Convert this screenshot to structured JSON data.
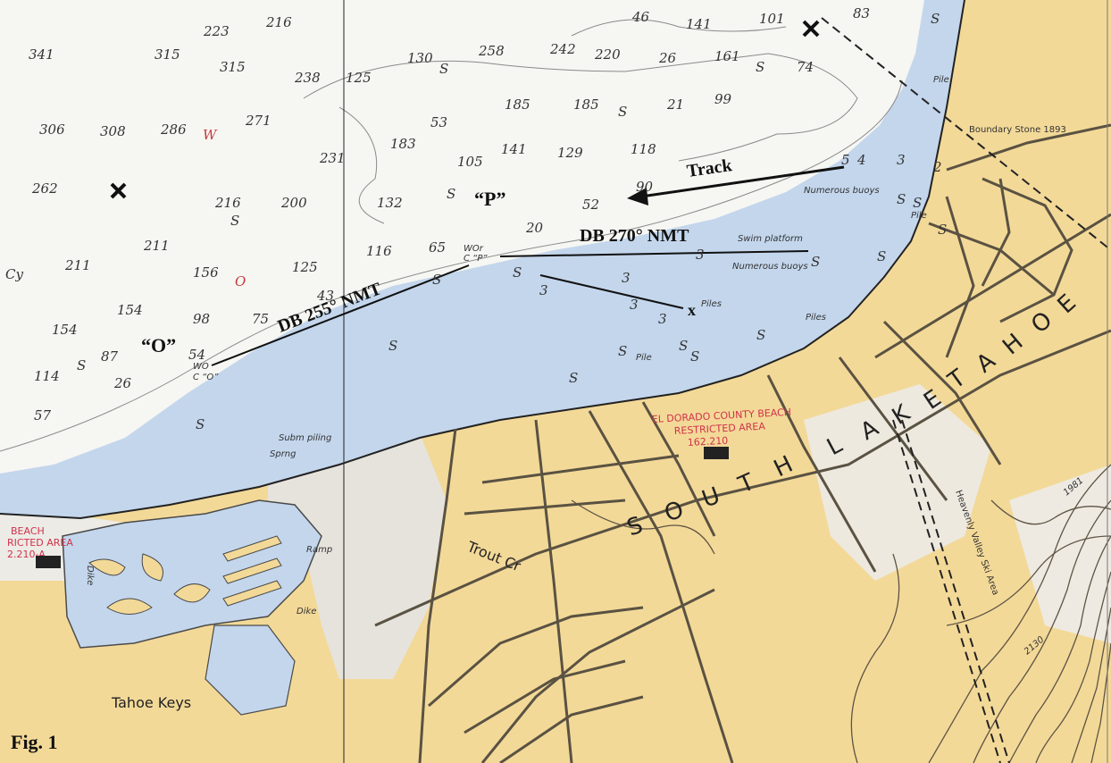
{
  "figure_label": "Fig. 1",
  "annotations": {
    "track": "Track",
    "point_p": "“P”",
    "point_o": "“O”",
    "bearing_270": "DB 270° NMT",
    "bearing_255": "DB 255° NMT",
    "fix_mark": "x"
  },
  "place_names": {
    "south_lake_tahoe": [
      "S",
      "O",
      "U",
      "T",
      "H",
      "L",
      "A",
      "K",
      "E",
      "T",
      "A",
      "H",
      "O",
      "E"
    ],
    "tahoe_keys": "Tahoe Keys",
    "trout_cr": "Trout Cr",
    "boundary_stone": "Boundary Stone 1893",
    "heavenly": "Heavenly Valley Ski Area"
  },
  "features": {
    "numerous_buoys_1": "Numerous buoys",
    "numerous_buoys_2": "Numerous buoys",
    "swim_platform": "Swim platform",
    "piles_1": "Piles",
    "piles_2": "Piles",
    "pile_1": "Pile",
    "pile_2": "Pile",
    "pile_3": "Pile",
    "subm_piling": "Subm piling",
    "spring": "Sprng",
    "ramp": "Ramp",
    "dike_1": "Dike",
    "dike_2": "Dike",
    "wor_cp": "WOr",
    "cp": "C “P”",
    "wo": "WO",
    "co": "C “O”"
  },
  "restricted_areas": {
    "el_dorado_1": "EL DORADO COUNTY BEACH",
    "el_dorado_2": "RESTRICTED AREA",
    "el_dorado_3": "162.210",
    "west_1": "BEACH",
    "west_2": "RICTED AREA",
    "west_3": "2.210-A"
  },
  "contours": {
    "c1981": "1981",
    "c2130": "2130"
  },
  "soundings": [
    {
      "t": "216"
    },
    {
      "t": "223"
    },
    {
      "t": "46"
    },
    {
      "t": "141"
    },
    {
      "t": "101"
    },
    {
      "t": "83"
    },
    {
      "t": "341"
    },
    {
      "t": "315"
    },
    {
      "t": "315"
    },
    {
      "t": "238"
    },
    {
      "t": "125"
    },
    {
      "t": "130"
    },
    {
      "t": "S"
    },
    {
      "t": "258"
    },
    {
      "t": "242"
    },
    {
      "t": "220"
    },
    {
      "t": "26"
    },
    {
      "t": "161"
    },
    {
      "t": "S"
    },
    {
      "t": "74"
    },
    {
      "t": "306"
    },
    {
      "t": "308"
    },
    {
      "t": "286"
    },
    {
      "t": "W",
      "red": true
    },
    {
      "t": "271"
    },
    {
      "t": "53"
    },
    {
      "t": "185"
    },
    {
      "t": "185"
    },
    {
      "t": "S"
    },
    {
      "t": "21"
    },
    {
      "t": "99"
    },
    {
      "t": "183"
    },
    {
      "t": "141"
    },
    {
      "t": "129"
    },
    {
      "t": "118"
    },
    {
      "t": "231"
    },
    {
      "t": "105"
    },
    {
      "t": "262"
    },
    {
      "t": "216"
    },
    {
      "t": "200"
    },
    {
      "t": "132"
    },
    {
      "t": "S"
    },
    {
      "t": "52"
    },
    {
      "t": "90"
    },
    {
      "t": "S"
    },
    {
      "t": "211"
    },
    {
      "t": "116"
    },
    {
      "t": "65"
    },
    {
      "t": "20"
    },
    {
      "t": "Cy"
    },
    {
      "t": "211"
    },
    {
      "t": "156"
    },
    {
      "t": "O",
      "red": true
    },
    {
      "t": "125"
    },
    {
      "t": "154"
    },
    {
      "t": "98"
    },
    {
      "t": "75"
    },
    {
      "t": "43"
    },
    {
      "t": "154"
    },
    {
      "t": "87"
    },
    {
      "t": "54"
    },
    {
      "t": "114"
    },
    {
      "t": "S"
    },
    {
      "t": "26"
    },
    {
      "t": "57"
    },
    {
      "t": "S"
    },
    {
      "t": "S"
    },
    {
      "t": "3"
    },
    {
      "t": "3"
    },
    {
      "t": "3"
    },
    {
      "t": "3"
    },
    {
      "t": "3"
    },
    {
      "t": "S"
    },
    {
      "t": "S"
    },
    {
      "t": "S"
    },
    {
      "t": "S"
    },
    {
      "t": "S"
    },
    {
      "t": "S"
    },
    {
      "t": "S"
    },
    {
      "t": "S"
    },
    {
      "t": "S"
    },
    {
      "t": "S"
    },
    {
      "t": "S"
    },
    {
      "t": "5"
    },
    {
      "t": "4"
    },
    {
      "t": "3"
    },
    {
      "t": "2"
    },
    {
      "t": "S"
    },
    {
      "t": "S"
    }
  ],
  "colors": {
    "land": "#f3d998",
    "water_shallow": "#c3d6ec",
    "deep_water": "#f6f6f3",
    "marsh": "#e6e3dd",
    "roads": "#5a5242",
    "annotation": "#111111",
    "restricted": "#d0324a"
  }
}
